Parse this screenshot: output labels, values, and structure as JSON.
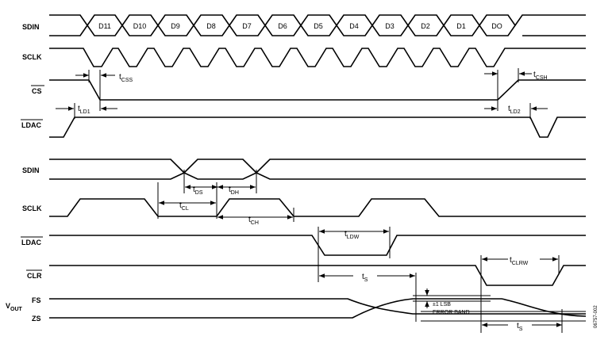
{
  "top": {
    "signals": {
      "sdin": "SDIN",
      "sclk": "SCLK",
      "cs": "CS",
      "ldac": "LDAC"
    },
    "bits": [
      "D11",
      "D10",
      "D9",
      "D8",
      "D7",
      "D6",
      "D5",
      "D4",
      "D3",
      "D2",
      "D1",
      "DO"
    ],
    "timing": {
      "tcss": {
        "main": "t",
        "sub": "CSS"
      },
      "tcsh": {
        "main": "t",
        "sub": "CSH"
      },
      "tld1": {
        "main": "t",
        "sub": "LD1"
      },
      "tld2": {
        "main": "t",
        "sub": "LD2"
      }
    }
  },
  "bottom": {
    "signals": {
      "sdin": "SDIN",
      "sclk": "SCLK",
      "ldac": "LDAC",
      "clr": "CLR",
      "vout": "V",
      "vout_sub": "OUT",
      "fs": "FS",
      "zs": "ZS"
    },
    "timing": {
      "tds": {
        "main": "t",
        "sub": "DS"
      },
      "tdh": {
        "main": "t",
        "sub": "DH"
      },
      "tcl": {
        "main": "t",
        "sub": "CL"
      },
      "tch": {
        "main": "t",
        "sub": "CH"
      },
      "tldw": {
        "main": "t",
        "sub": "LDW"
      },
      "tclrw": {
        "main": "t",
        "sub": "CLRW"
      },
      "ts1": {
        "main": "t",
        "sub": "S"
      },
      "ts2": {
        "main": "t",
        "sub": "S"
      }
    },
    "error_band": {
      "line1": "±1 LSB",
      "line2": "ERROR BAND"
    }
  },
  "figure_id": "06757-002"
}
